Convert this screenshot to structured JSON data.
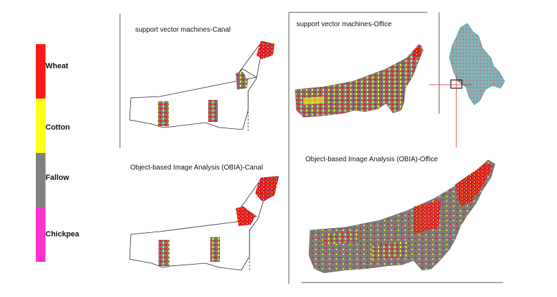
{
  "legend": {
    "items": [
      {
        "label": "Wheat",
        "color": "#ff1a1a"
      },
      {
        "label": "Cotton",
        "color": "#ffff1a"
      },
      {
        "label": "Fallow",
        "color": "#808080"
      },
      {
        "label": "Chickpea",
        "color": "#ff33cc"
      }
    ]
  },
  "panels": {
    "svm_canal": {
      "title": "support vector machines-Canal"
    },
    "svm_office": {
      "title": "support vector machines-Office"
    },
    "obia_canal": {
      "title": "Object-based Image Analysis (OBIA)-Canal"
    },
    "obia_office": {
      "title": "Object-based Image Analysis (OBIA)-Office"
    }
  },
  "colors": {
    "wheat": "#e8141a",
    "cotton": "#f0e81a",
    "fallow": "#7c7c7c",
    "inset_land": "#7fb3b8",
    "inset_pink": "#c9657a",
    "locator": "#d22020",
    "frame": "#555555"
  }
}
